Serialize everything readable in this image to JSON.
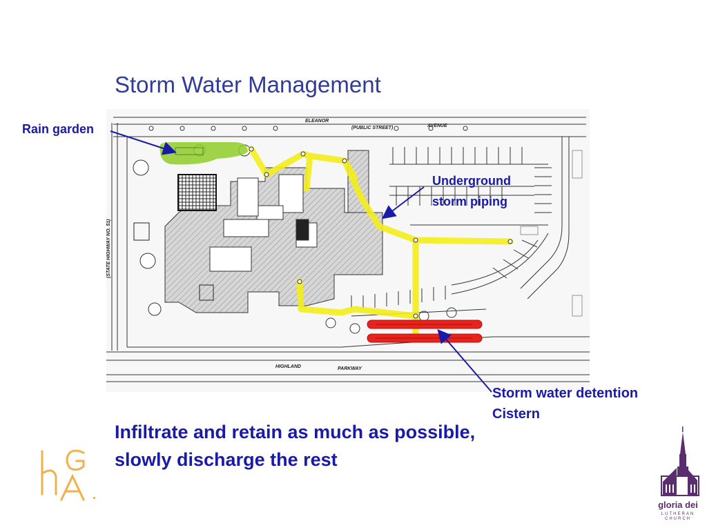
{
  "slide": {
    "title": "Storm Water Management",
    "caption_line1": "Infiltrate and retain as much as possible,",
    "caption_line2": "slowly discharge the rest"
  },
  "callouts": {
    "rain_garden": "Rain garden",
    "piping_line1": "Underground",
    "piping_line2": "storm piping",
    "cistern_line1": "Storm water detention",
    "cistern_line2": "Cistern"
  },
  "plan_labels": {
    "street_top_1": "ELEANOR",
    "street_top_2": "(PUBLIC STREET)",
    "street_top_3": "AVENUE",
    "street_bottom_1": "HIGHLAND",
    "street_bottom_2": "PARKWAY",
    "street_left": "(STATE HIGHWAY NO. 51)"
  },
  "colors": {
    "title": "#2f3c9a",
    "callout": "#1a1aa8",
    "rain_garden": "#8fce2a",
    "piping": "#f4ee1c",
    "cistern": "#e8231c",
    "logo_hga": "#f0b14a",
    "logo_church": "#5a2d6e"
  },
  "logos": {
    "left": "hga-logo",
    "right_word": "gloria dei",
    "right_sub": "LUTHERAN CHURCH"
  }
}
